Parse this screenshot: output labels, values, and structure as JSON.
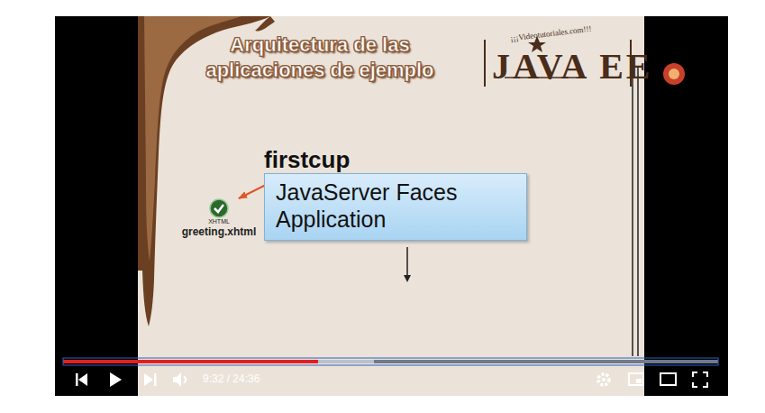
{
  "diagram": {
    "title": "Arquitectura de las aplicaciones de ejemplo",
    "nodes": [
      {
        "text": [
          "firstcup",
          "JavaServer Faces Application"
        ]
      },
      {
        "text": [
          "XHTML",
          "greeting.xhtml"
        ]
      }
    ],
    "edges": [
      {
        "from": 0,
        "to": 1,
        "arrow": "to"
      }
    ],
    "labels": [
      "¡¡¡Videotutoriales.com!!!",
      "JAVA EE",
      "9:32 / 24:36"
    ]
  }
}
